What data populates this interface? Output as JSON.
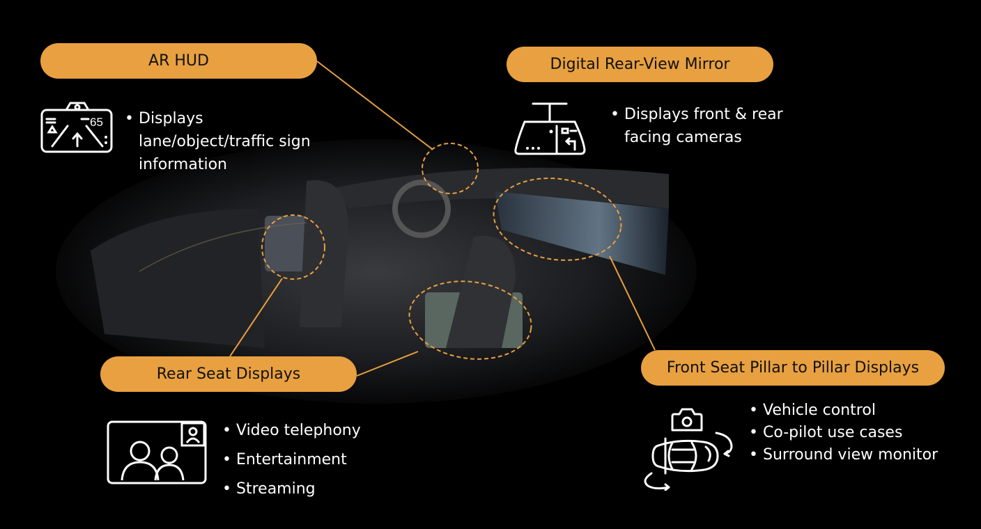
{
  "accent_color": "#E8A040",
  "callouts": {
    "ar_hud": {
      "title": "AR HUD",
      "icon": "ar-hud-icon",
      "bullets": [
        "Displays lane/object/traffic sign information"
      ],
      "speed_readout": "65"
    },
    "mirror": {
      "title": "Digital Rear-View Mirror",
      "icon": "rear-view-mirror-icon",
      "bullets": [
        "Displays front & rear facing cameras"
      ]
    },
    "rear_seat": {
      "title": "Rear Seat Displays",
      "icon": "video-call-icon",
      "bullets": [
        "Video telephony",
        "Entertainment",
        "Streaming"
      ]
    },
    "pillar": {
      "title": "Front Seat Pillar to Pillar Displays",
      "icon": "surround-view-car-icon",
      "bullets": [
        "Vehicle control",
        "Co-pilot use cases",
        "Surround view monitor"
      ]
    }
  }
}
